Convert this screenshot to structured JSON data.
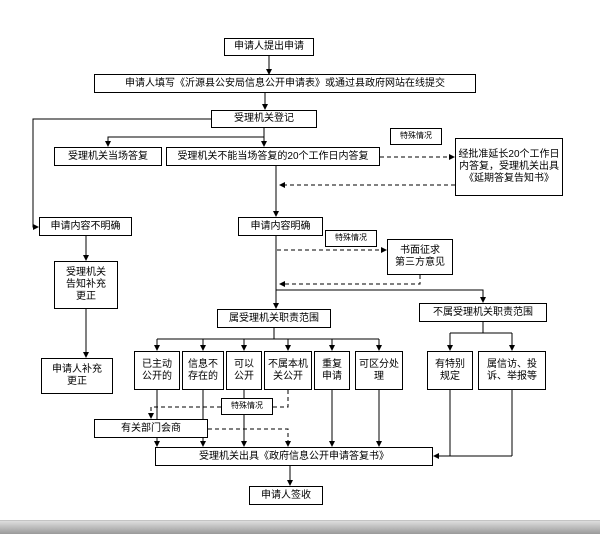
{
  "colors": {
    "line": "#000000",
    "box_border": "#000000",
    "background": "#ffffff",
    "bottom_bar": "#9a9a9a"
  },
  "flowchart": {
    "nodes": {
      "apply": "申请人提出申请",
      "fill": "申请人填写《沂源县公安局信息公开申请表》或通过县政府网站在线提交",
      "register": "受理机关登记",
      "special1": "特殊情况",
      "onsite": "受理机关当场答复",
      "within20": "受理机关不能当场答复的20个工作日内答复",
      "extend": "经批准延长20个工作日\n内答复，受理机关出具\n《延期答复告知书》",
      "unclear": "申请内容不明确",
      "clear": "申请内容明确",
      "special2": "特殊情况",
      "third": "书面征求\n第三方意见",
      "notify": "受理机关\n告知补充\n更正",
      "supplement": "申请人补充\n更正",
      "inscope": "属受理机关职责范围",
      "outscope": "不属受理机关职责范围",
      "b1": "已主动\n公开的",
      "b2": "信息不\n存在的",
      "b3": "可以\n公开",
      "b4": "不属本机\n关公开",
      "b5": "重复\n申请",
      "b6": "可区分处\n理",
      "r1": "有特别\n规定",
      "r2": "属信访、投\n诉、举报等",
      "special3": "特殊情况",
      "consult": "有关部门会商",
      "issue": "受理机关出具《政府信息公开申请答复书》",
      "sign": "申请人签收"
    }
  }
}
